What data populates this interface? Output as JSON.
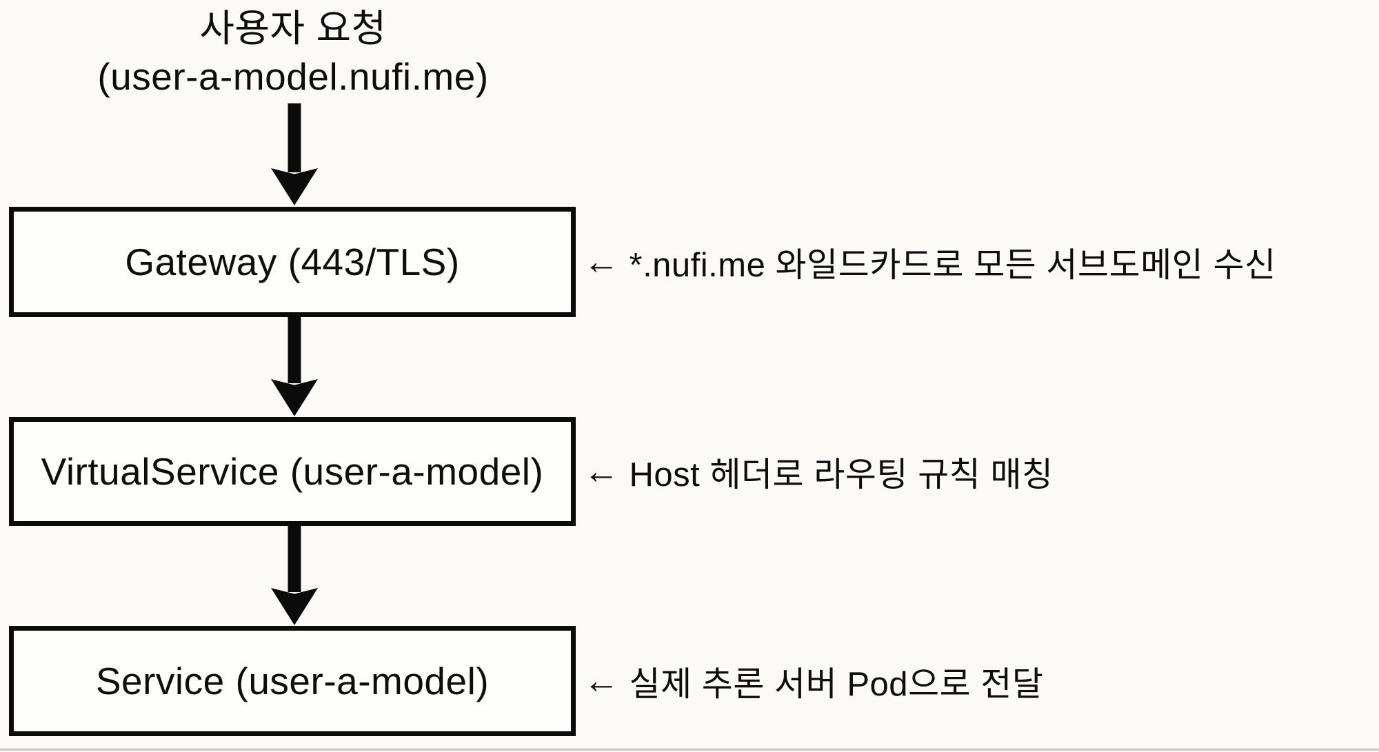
{
  "diagram": {
    "source": {
      "line1": "사용자 요청",
      "line2": "(user-a-model.nufi.me)"
    },
    "nodes": [
      {
        "label": "Gateway (443/TLS)",
        "annotation": {
          "arrow": "←",
          "text": "*.nufi.me 와일드카드로 모든 서브도메인 수신"
        }
      },
      {
        "label": "VirtualService (user-a-model)",
        "annotation": {
          "arrow": "←",
          "text": "Host 헤더로 라우팅 규칙 매칭"
        }
      },
      {
        "label": "Service (user-a-model)",
        "annotation": {
          "arrow": "←",
          "text": "실제 추론 서버 Pod으로 전달"
        }
      }
    ],
    "colors": {
      "ink": "#0d0d0d",
      "background": "#fbfaf7",
      "box_fill": "#fdfdfb"
    }
  }
}
